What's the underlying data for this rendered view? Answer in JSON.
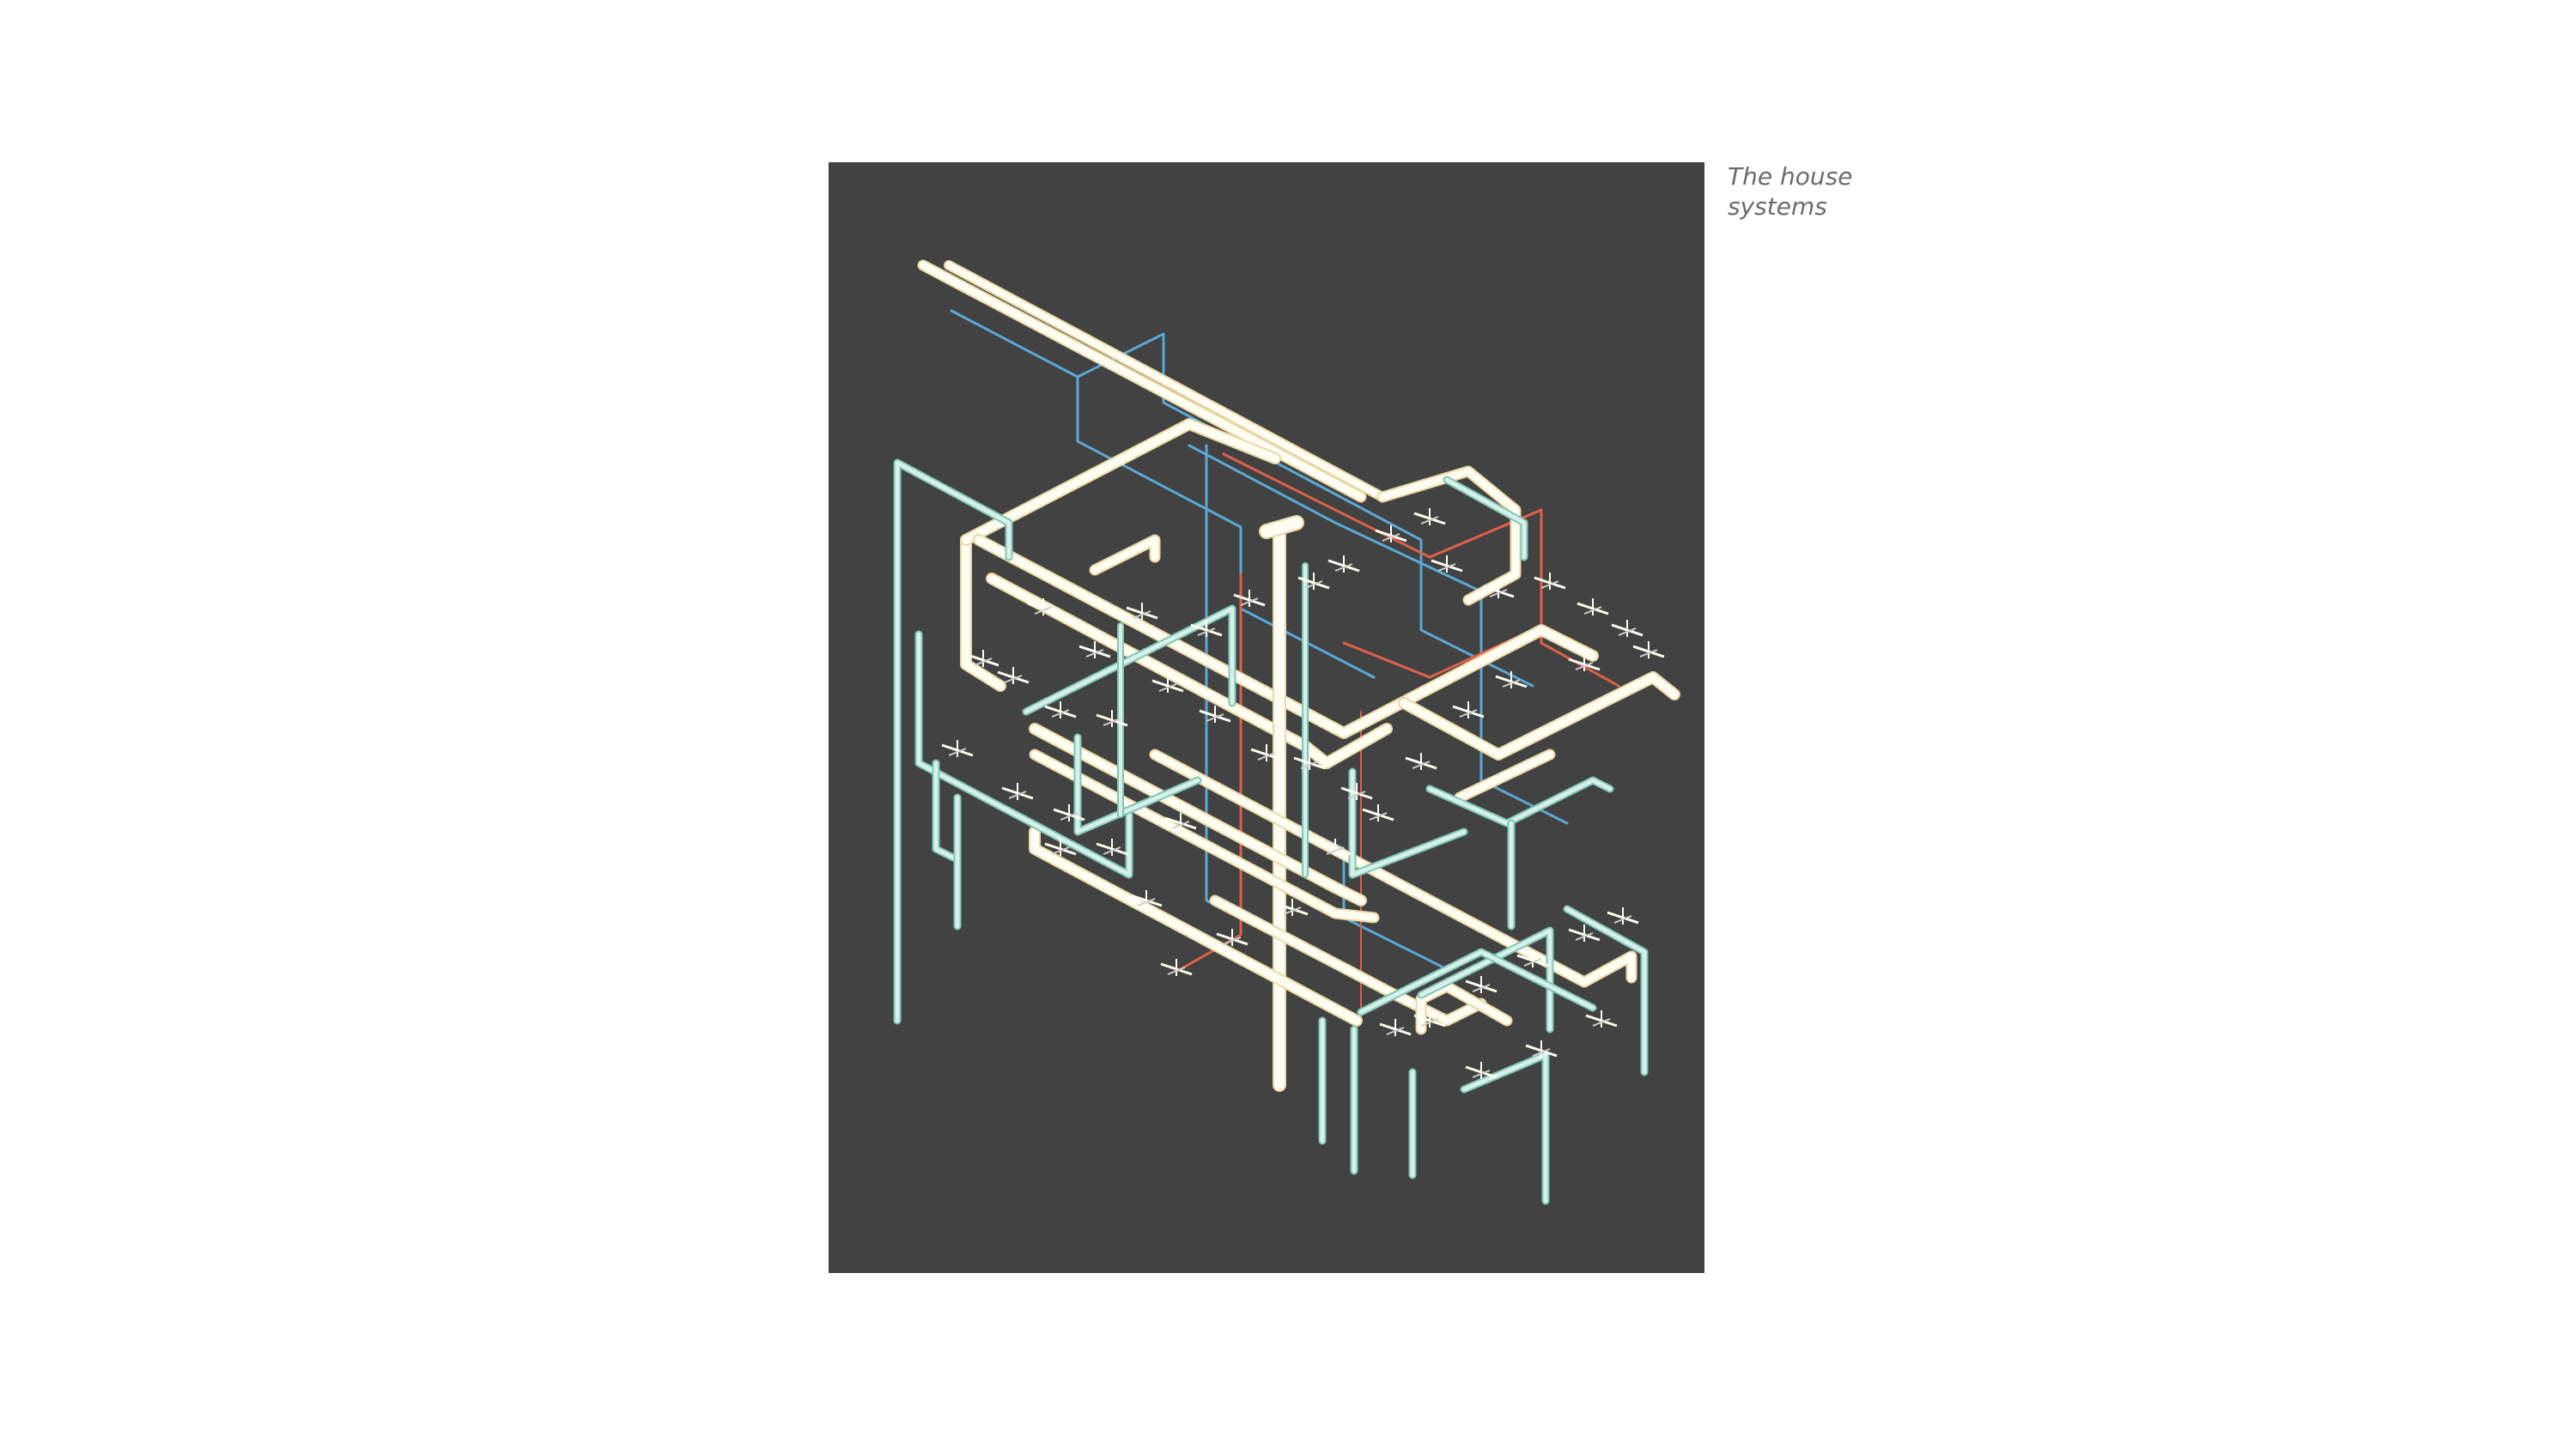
{
  "caption": {
    "line1": "The house",
    "line2": "systems"
  },
  "colors": {
    "background": "#ffffff",
    "panel": "#424242",
    "main_pipe": "#fffdf2",
    "main_pipe_edge": "#e9d9a8",
    "water_pipe": "#d8f0ec",
    "water_pipe_edge": "#7fc7b4",
    "blue_line": "#5aa9d6",
    "red_line": "#e0604a",
    "caption_text": "#6b6b6b"
  },
  "icons": {
    "diagram": "isometric-piping-drawing"
  }
}
